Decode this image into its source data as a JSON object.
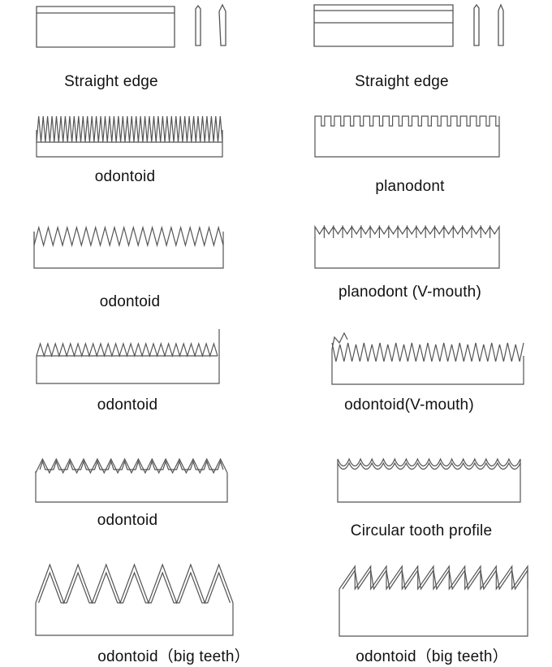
{
  "figure": {
    "line_color": "#555555",
    "background": "#ffffff",
    "panels": [
      {
        "label": "Straight edge",
        "profile": "straight-edge"
      },
      {
        "label": "Straight edge",
        "profile": "straight-edge-double"
      },
      {
        "label": "odontoid",
        "profile": "fine-serrated"
      },
      {
        "label": "planodont",
        "profile": "flat-castellated"
      },
      {
        "label": "odontoid",
        "profile": "sharp-v-teeth"
      },
      {
        "label": "planodont (V-mouth)",
        "profile": "m-teeth"
      },
      {
        "label": "odontoid",
        "profile": "small-double-teeth"
      },
      {
        "label": "odontoid(V-mouth)",
        "profile": "wavy-v-teeth"
      },
      {
        "label": "odontoid",
        "profile": "inverted-v-teeth"
      },
      {
        "label": "Circular tooth profile",
        "profile": "scalloped"
      },
      {
        "label": "odontoid（big teeth）",
        "profile": "big-v-teeth"
      },
      {
        "label": "odontoid（big teeth）",
        "profile": "big-sawtooth"
      }
    ]
  }
}
